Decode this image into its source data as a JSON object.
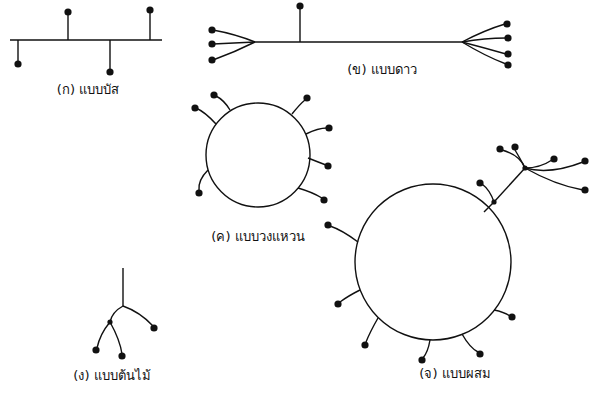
{
  "diagram": {
    "labels": [
      "(ก) แบบบัส",
      "(ข) แบบดาว",
      "(ค) แบบวงแหวน",
      "(ง) แบบต้นไม้",
      "(จ) แบบผสม"
    ]
  }
}
